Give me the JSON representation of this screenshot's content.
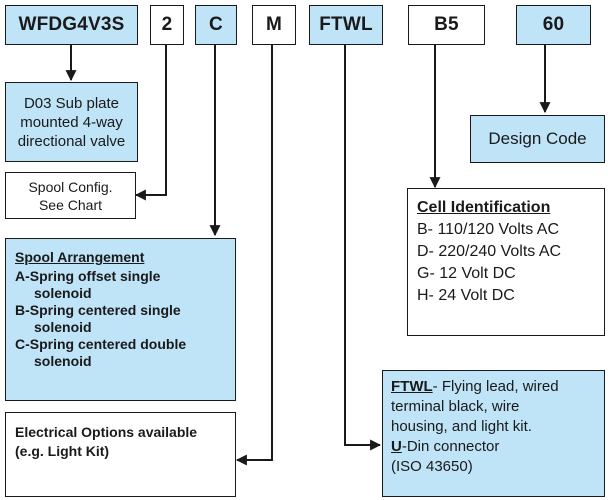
{
  "codes": {
    "base": "WFDG4V3S",
    "spool_config": "2",
    "spool_arrangement": "C",
    "electrical": "M",
    "wiring": "FTWL",
    "cell": "B5",
    "design": "60"
  },
  "subplate": {
    "lines": [
      "D03 Sub plate",
      "mounted 4-way",
      "directional valve"
    ]
  },
  "spool_config_box": {
    "lines": [
      "Spool Config.",
      "See Chart"
    ]
  },
  "design_code": {
    "label": "Design Code"
  },
  "cell_identification": {
    "title": "Cell Identification",
    "items": [
      "B- 110/120 Volts AC",
      "D- 220/240 Volts AC",
      "G- 12 Volt DC",
      "H- 24 Volt DC"
    ]
  },
  "spool_arrangement_box": {
    "title": "Spool Arrangement",
    "items": [
      {
        "first": "A-Spring offset single",
        "second": "solenoid"
      },
      {
        "first": "B-Spring centered single",
        "second": "solenoid"
      },
      {
        "first": "C-Spring centered double",
        "second": "solenoid"
      }
    ]
  },
  "electrical_box": {
    "lines": [
      "Electrical Options available",
      "(e.g. Light Kit)"
    ]
  },
  "wiring_box": {
    "ftwl_key": "FTWL",
    "ftwl_desc_1": "- Flying lead, wired",
    "ftwl_desc_lines": [
      "terminal black, wire",
      "housing, and light kit."
    ],
    "u_key": "U",
    "u_desc_1": "-Din connector",
    "u_desc_2": "(ISO 43650)"
  },
  "colors": {
    "box_fill": "#bfe3f7",
    "stroke": "#1a1a1a"
  }
}
